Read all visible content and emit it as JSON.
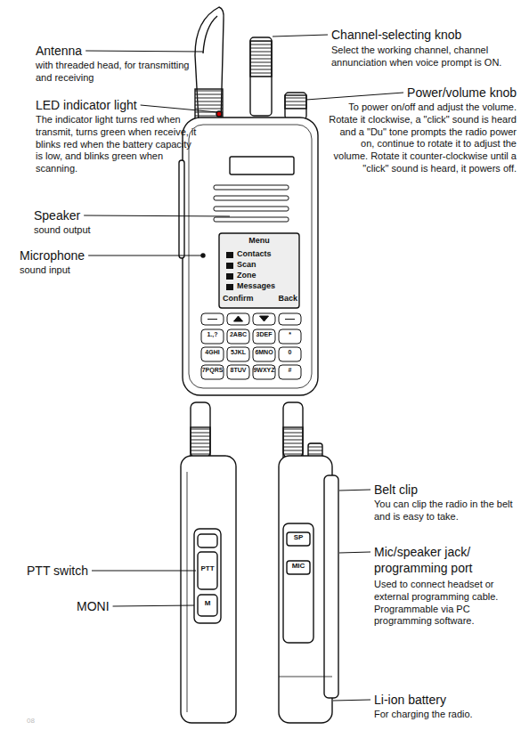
{
  "diagram": {
    "labels": [
      "Antenna",
      "with threaded head, for transmitting and receiving",
      "LED indicator light",
      "The indicator light turns red when transmit, turns green when receive, it blinks red when the battery capacity is low, and blinks green when scanning.",
      "Speaker",
      "sound output",
      "Microphone",
      "sound input",
      "Channel-selecting knob",
      "Select the working channel, channel annunciation when voice prompt is ON.",
      "Power/volume knob",
      "To power on/off and adjust the volume. Rotate it clockwise, a \"click\" sound is heard and a \"Du\" tone prompts the radio power on, continue to rotate it to adjust the volume. Rotate it counter-clockwise until a \"click\" sound is heard, it powers off.",
      "Menu",
      "Contacts",
      "Scan",
      "Zone",
      "Messages",
      "Confirm",
      "Back",
      "1.,?",
      "2ABC",
      "3DEF",
      "*",
      "4GHI",
      "5JKL",
      "6MNO",
      "0",
      "7PQRS",
      "8TUV",
      "9WXYZ",
      "#",
      "PTT switch",
      "MONI",
      "PTT",
      "M",
      "SP",
      "MIC",
      "Belt clip",
      "You can clip the radio in the belt and is easy to take.",
      "Mic/speaker jack/ programming port",
      "Used to connect headset or external programming cable. Programmable via PC programming software.",
      "Li-ion battery",
      "For charging the radio.",
      "08"
    ]
  }
}
